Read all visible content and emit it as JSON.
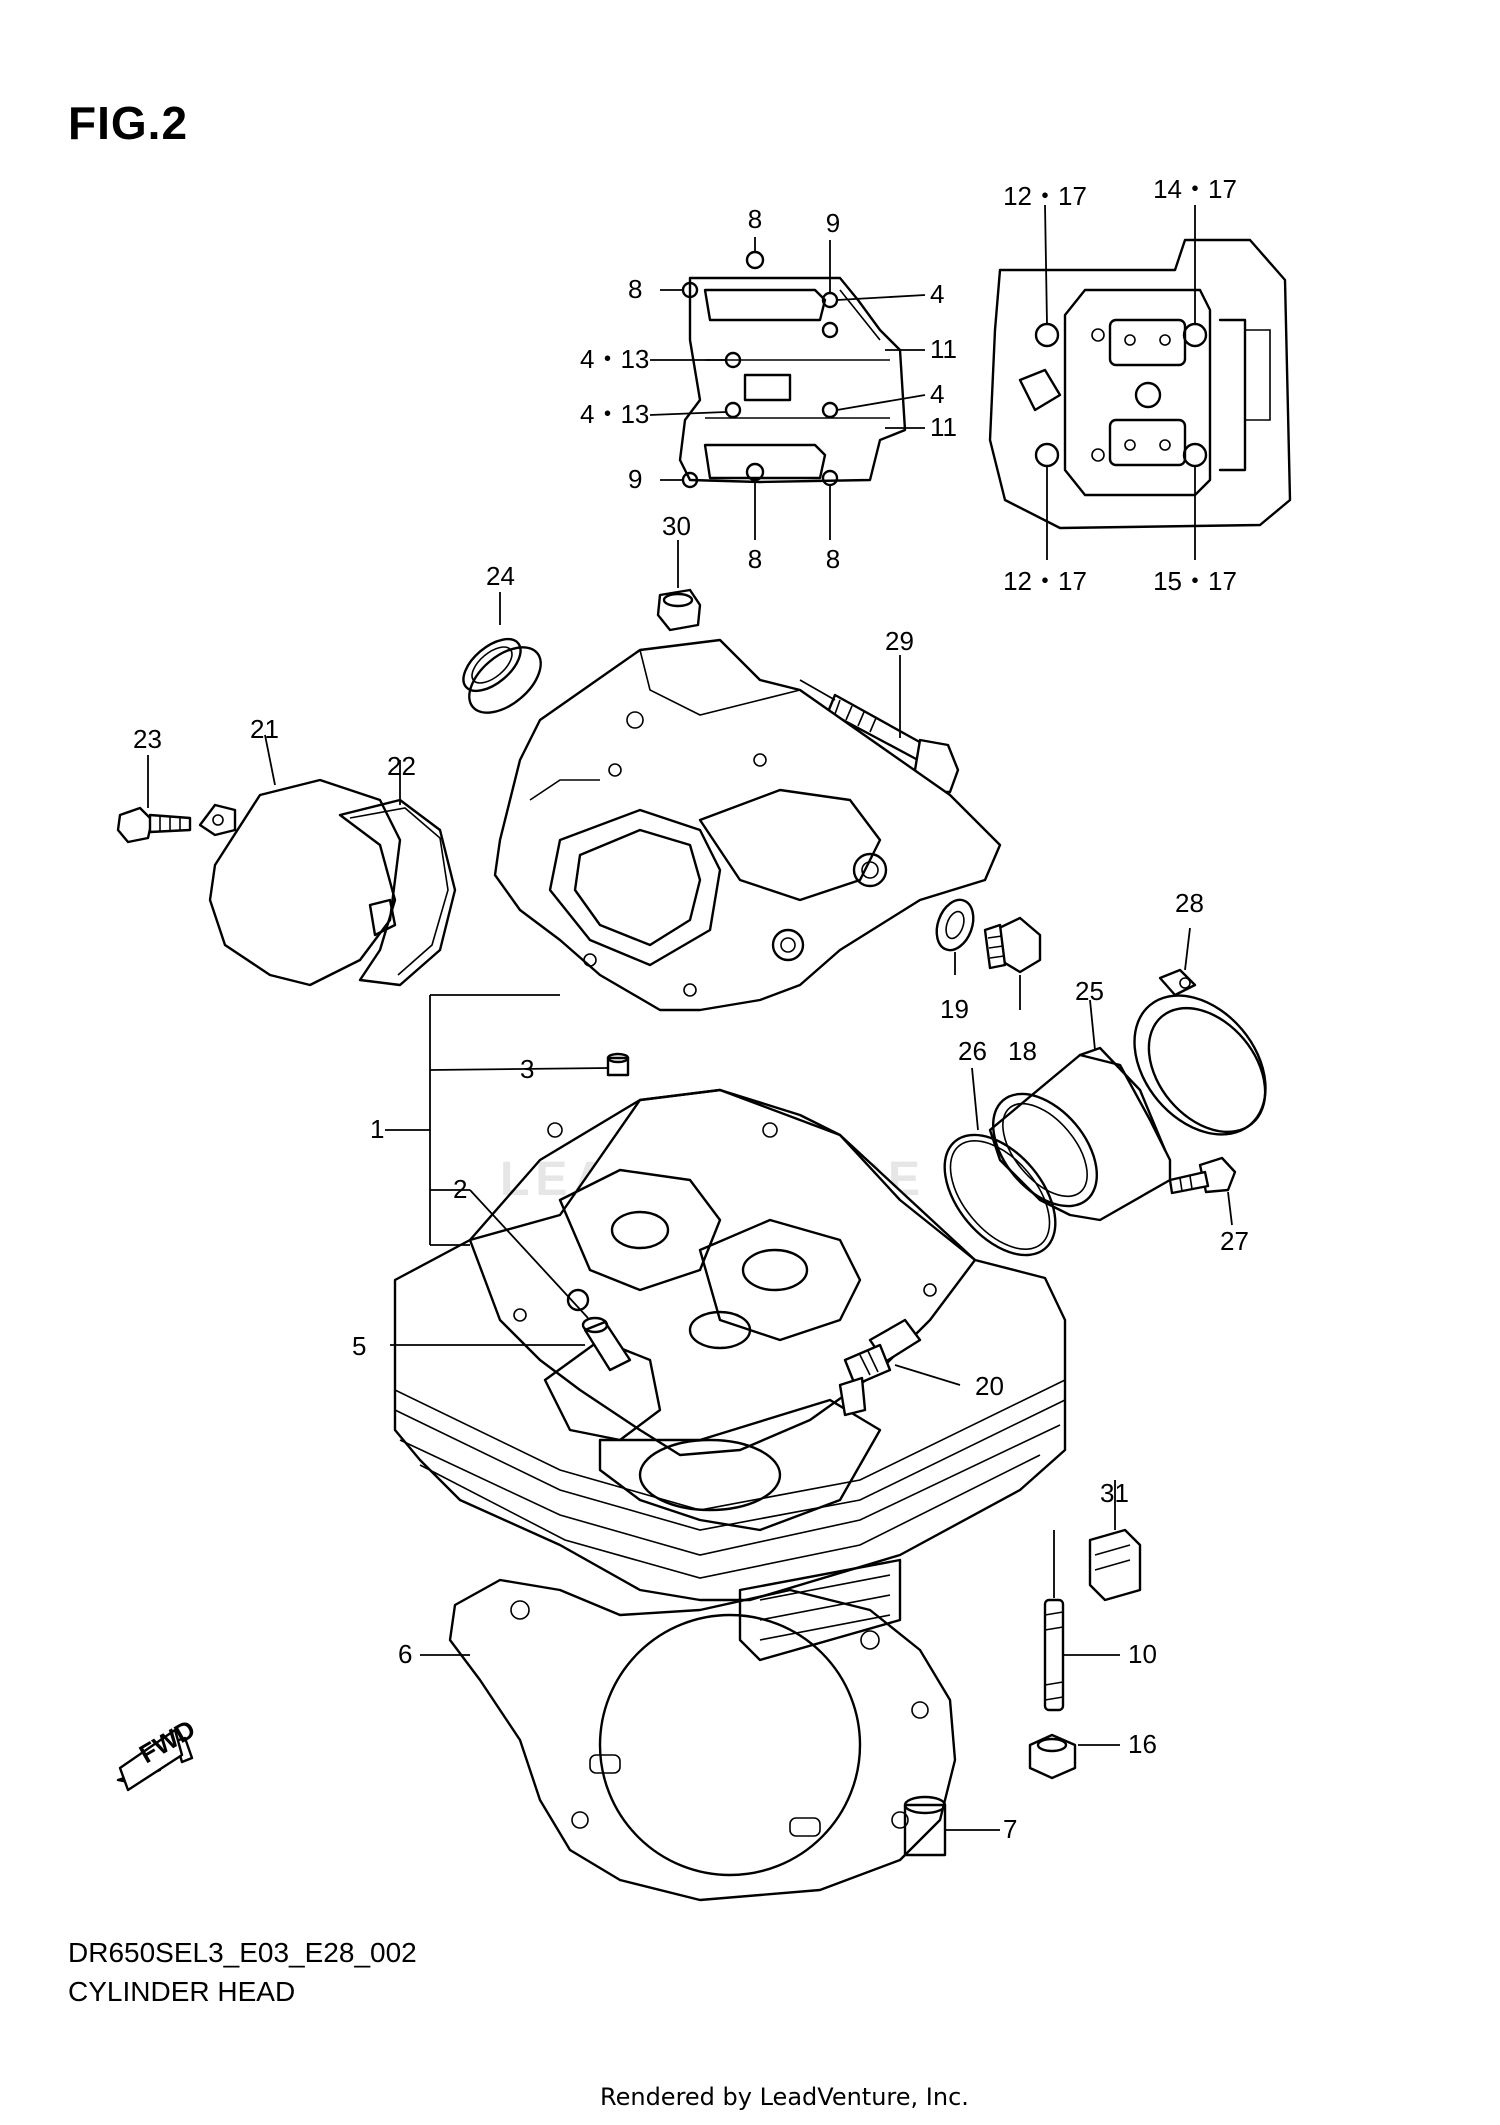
{
  "figure": {
    "title": "FIG.2",
    "drawing_code": "DR650SEL3_E03_E28_002",
    "subtitle": "CYLINDER HEAD",
    "credit": "Rendered by LeadVenture, Inc.",
    "watermark": "LEADVENTURE",
    "fwd_label": "FWD"
  },
  "callouts": {
    "c1": "1",
    "c2": "2",
    "c3": "3",
    "c5": "5",
    "c6": "6",
    "c7": "7",
    "c10": "10",
    "c16": "16",
    "c18": "18",
    "c19": "19",
    "c20": "20",
    "c21": "21",
    "c22": "22",
    "c23": "23",
    "c24": "24",
    "c25": "25",
    "c26": "26",
    "c27": "27",
    "c28": "28",
    "c29": "29",
    "c30": "30",
    "c31": "31",
    "tl_8_top": "8",
    "tl_9_top": "9",
    "tl_8_left": "8",
    "tl_4_upper": "4",
    "tl_4_13_upper": "4・13",
    "tl_11_upper": "11",
    "tl_4_13_lower": "4・13",
    "tl_4_lower": "4",
    "tl_11_lower": "11",
    "tl_9_lower": "9",
    "tl_8_bottom": "8",
    "tl_8_bottom_right": "8",
    "tr_12_17_top": "12・17",
    "tr_14_17": "14・17",
    "tr_12_17_bottom": "12・17",
    "tr_15_17": "15・17"
  }
}
